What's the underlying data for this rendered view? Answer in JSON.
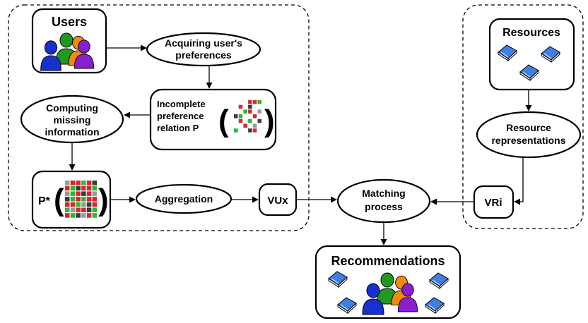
{
  "nodes": {
    "users": "Users",
    "acquiring_line1": "Acquiring user's",
    "acquiring_line2": "preferences",
    "incomplete_line1": "Incomplete",
    "incomplete_line2": "preference",
    "incomplete_line3": "relation P",
    "computing_line1": "Computing",
    "computing_line2": "missing",
    "computing_line3": "information",
    "pstar": "P*",
    "aggregation": "Aggregation",
    "vux": "VUx",
    "matching_line1": "Matching",
    "matching_line2": "process",
    "resources": "Resources",
    "resource_rep_line1": "Resource",
    "resource_rep_line2": "representations",
    "vri": "VRi",
    "recommendations": "Recommendations"
  },
  "colors": {
    "user_blue": "#1a2fd0",
    "user_green": "#1f9a1f",
    "user_orange": "#f08a10",
    "user_purple": "#8a1fd0",
    "matrix_red": "#d8262e",
    "matrix_green": "#2fb62f",
    "matrix_dark": "#3a3a3a",
    "matrix_gray": "#9a9a9a",
    "book_blue": "#3f7fe0"
  },
  "icons": {
    "users_group": "users-group-icon",
    "book": "book-icon",
    "matrix": "matrix-icon"
  }
}
